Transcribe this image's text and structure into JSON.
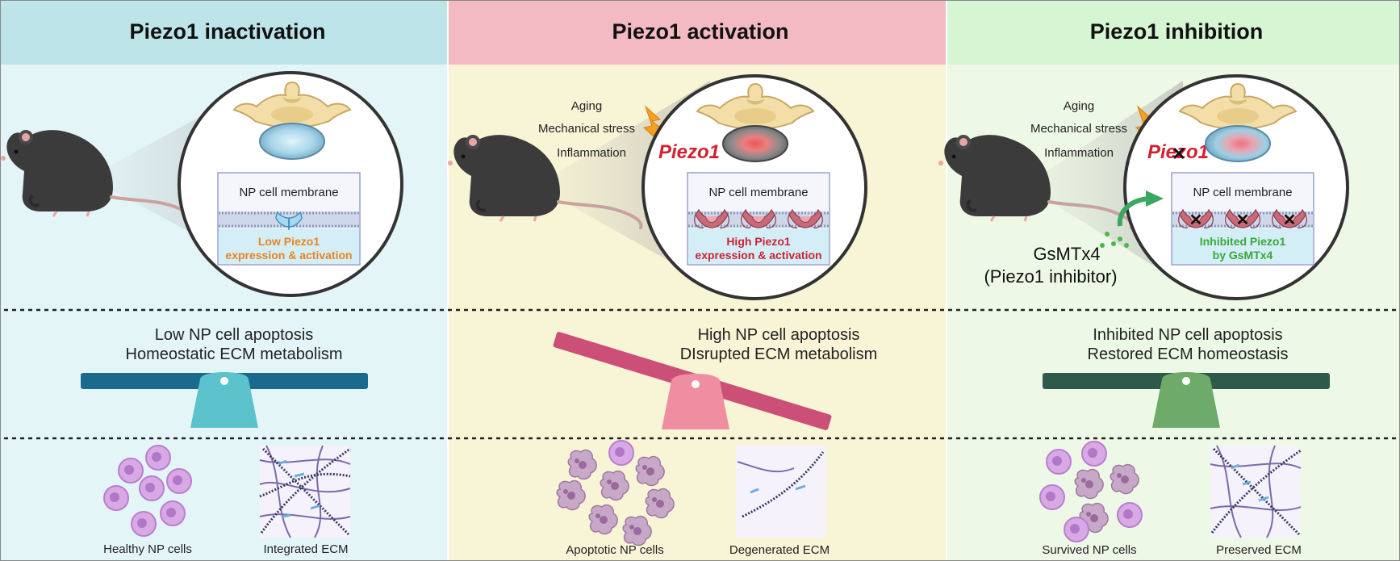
{
  "panels": [
    {
      "header": "Piezo1 inactivation",
      "membrane_title": "NP cell membrane",
      "membrane_caption": [
        "Low Piezo1",
        "expression & activation"
      ],
      "outcome": [
        "Low NP cell apoptosis",
        "Homeostatic ECM metabolism"
      ],
      "cells_label": "Healthy NP cells",
      "ecm_label": "Integrated ECM",
      "seesaw_tilt_deg": 0
    },
    {
      "header": "Piezo1 activation",
      "stimuli": [
        "Aging",
        "Mechanical stress",
        "Inflammation"
      ],
      "piezo_label": "Piezo1",
      "membrane_title": "NP cell membrane",
      "membrane_caption": [
        "High Piezo1",
        "expression & activation"
      ],
      "outcome": [
        "High NP cell apoptosis",
        "DIsrupted ECM metabolism"
      ],
      "cells_label": "Apoptotic NP cells",
      "ecm_label": "Degenerated ECM",
      "seesaw_tilt_deg": 17
    },
    {
      "header": "Piezo1 inhibition",
      "stimuli": [
        "Aging",
        "Mechanical stress",
        "Inflammation"
      ],
      "piezo_label": "Piezo1",
      "inhibitor": [
        "GsMTx4",
        "(Piezo1 inhibitor)"
      ],
      "membrane_title": "NP cell membrane",
      "membrane_caption": [
        "Inhibited Piezo1",
        "by GsMTx4"
      ],
      "outcome": [
        "Inhibited NP cell apoptosis",
        "Restored ECM homeostasis"
      ],
      "cells_label": "Survived NP cells",
      "ecm_label": "Preserved ECM",
      "seesaw_tilt_deg": 0
    }
  ],
  "colors": {
    "header_1": "#bde5e9",
    "header_2": "#f3bac4",
    "header_3": "#d6f5d2",
    "panel_1": "#e4f5f8",
    "panel_2": "#f8f4d6",
    "panel_3": "#eef8e6",
    "caption_low": "#e8841f",
    "caption_high": "#cc2233",
    "caption_inhib": "#3aa83a",
    "beam_1": "#1a6a8e",
    "beam_2": "#cc4f78",
    "beam_3": "#2f5a4a",
    "fulcrum_1": "#5cc3cc",
    "fulcrum_2": "#ee8ea0",
    "fulcrum_3": "#6eaa6a"
  }
}
